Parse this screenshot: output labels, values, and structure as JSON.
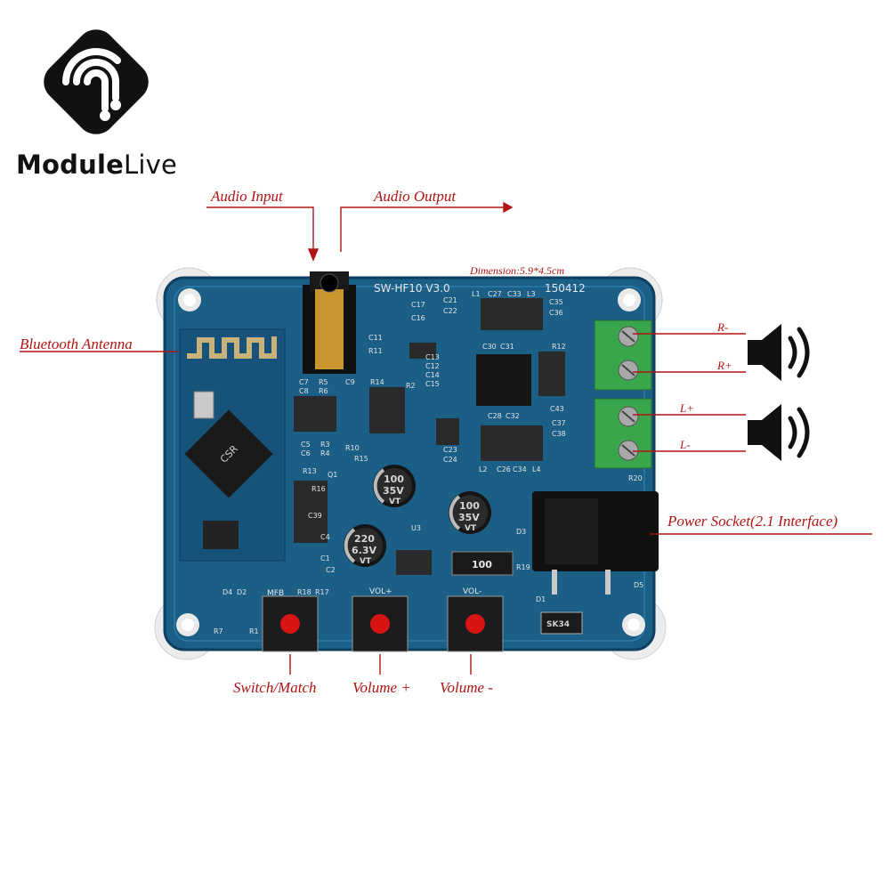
{
  "brand": {
    "name_part1": "Module",
    "name_part2": "Live",
    "logo_color": "#111111"
  },
  "callouts": {
    "audio_input": "Audio Input",
    "audio_output": "Audio Output",
    "dimension": "Dimension:5.9*4.5cm",
    "bluetooth_antenna": "Bluetooth Antenna",
    "power_socket": "Power Socket(2.1 Interface)",
    "switch_match": "Switch/Match",
    "volume_plus": "Volume +",
    "volume_minus": "Volume -",
    "r_minus": "R-",
    "r_plus": "R+",
    "l_plus": "L+",
    "l_minus": "L-"
  },
  "board": {
    "model": "SW-HF10 V3.0",
    "date_code": "150412",
    "chip": "CSR",
    "cap1_value": "100",
    "cap1_voltage": "35V",
    "cap1_series": "VT",
    "cap2_value": "100",
    "cap2_voltage": "35V",
    "cap2_series": "VT",
    "cap3_value": "220",
    "cap3_voltage": "6.3V",
    "cap3_series": "VT",
    "resistor": "100",
    "diode": "SK34",
    "btn_mfb": "MFB",
    "btn_volup": "VOL+",
    "btn_voldn": "VOL-",
    "designators": [
      "C17",
      "C16",
      "C21",
      "C22",
      "L1",
      "C27",
      "C33",
      "L3",
      "C35",
      "C36",
      "C11",
      "R11",
      "C30",
      "C31",
      "R12",
      "C43",
      "C7",
      "C8",
      "R5",
      "R6",
      "R14",
      "R2",
      "C9",
      "C13",
      "C12",
      "C14",
      "C15",
      "C28",
      "C32",
      "C37",
      "C38",
      "C5",
      "C6",
      "R3",
      "R4",
      "R10",
      "R15",
      "C23",
      "C24",
      "L2",
      "C26",
      "C34",
      "L4",
      "R13",
      "R16",
      "Q1",
      "C39",
      "C4",
      "C2",
      "C1",
      "R19",
      "R20",
      "D3",
      "D1",
      "D5",
      "D4",
      "D2",
      "R7",
      "R1",
      "R17",
      "R18",
      "U3"
    ],
    "colors": {
      "pcb": "#1b5e86",
      "pcb_dark": "#0f3f60",
      "terminal": "#3aa64b",
      "button_red": "#d81414",
      "label_red": "#b01414",
      "pad_silver": "#c9c9c9"
    }
  }
}
